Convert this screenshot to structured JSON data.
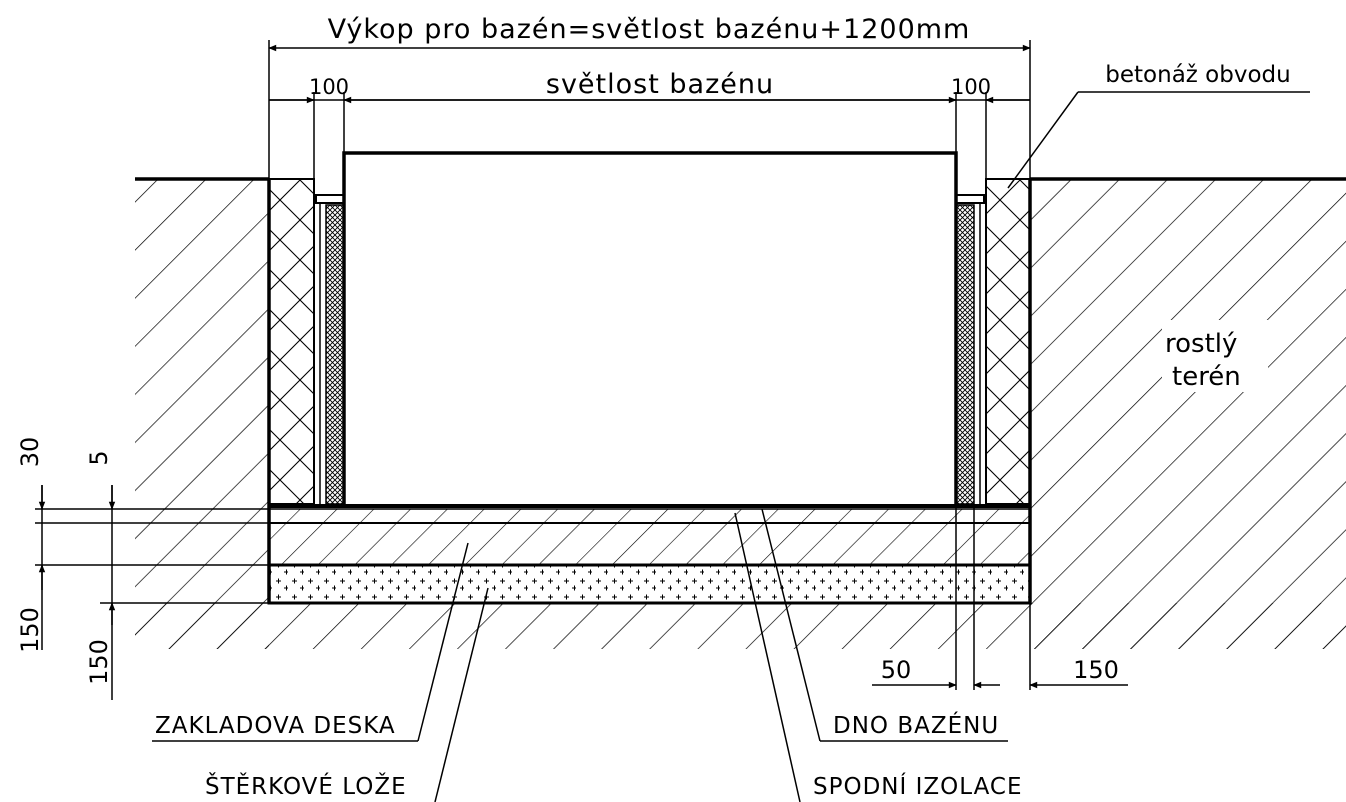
{
  "title": "Výkop pro bazén=světlost bazénu+1200mm",
  "dimensions": {
    "wall_left": "100",
    "inner": "světlost bazénu",
    "wall_right": "100",
    "left_top": "30",
    "left_top_small": "5",
    "left_mid": "150",
    "left_bottom": "150",
    "right_insulation": "50",
    "right_concrete": "150"
  },
  "labels": {
    "perimeter_concrete": "betonáž obvodu",
    "soil_line1": "rostlý",
    "soil_line2": "terén",
    "foundation_slab": "ZAKLADOVA DESKA",
    "gravel_bed": "ŠTĚRKOVÉ LOŽE",
    "pool_bottom": "DNO BAZÉNU",
    "bottom_insulation": "SPODNÍ IZOLACE"
  },
  "colors": {
    "line": "#000000",
    "background": "#ffffff"
  }
}
